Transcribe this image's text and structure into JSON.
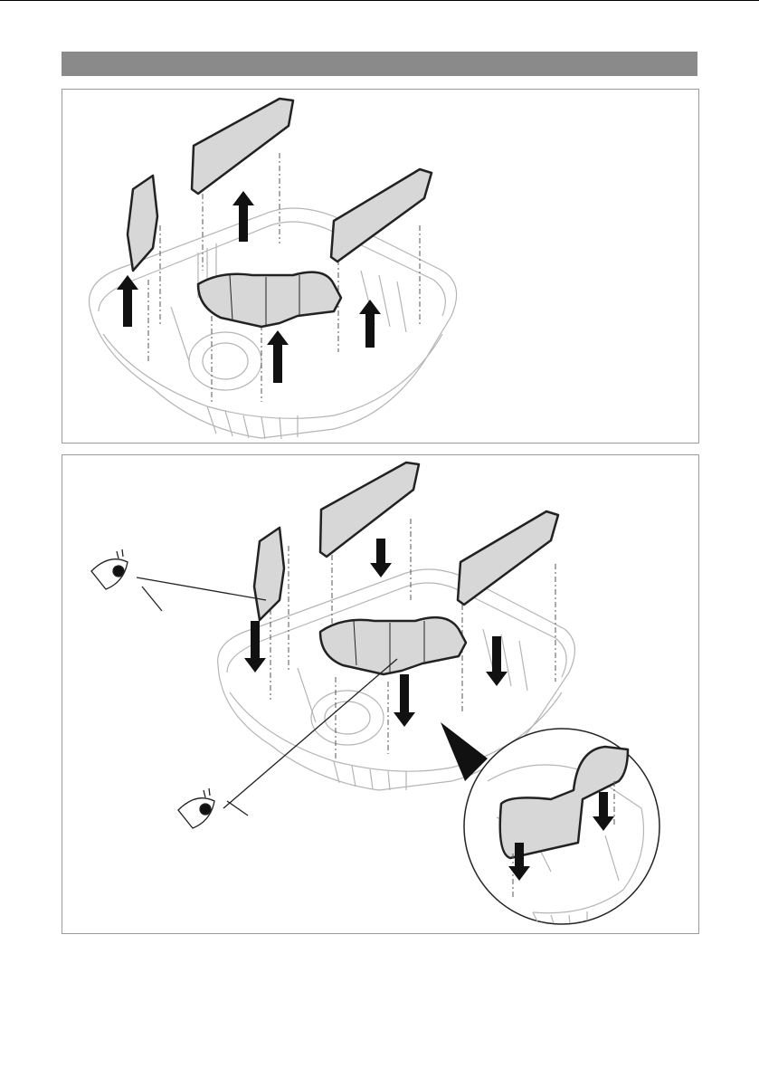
{
  "page": {
    "header_bar_color": "#8a8a8a",
    "panel_border_color": "#9a9a9a",
    "filter_fill_color": "#d7d7d7"
  },
  "illustrations": [
    {
      "step": "remove-filters",
      "arrows": "up",
      "icons": [
        "up-arrow-icon"
      ]
    },
    {
      "step": "insert-filters",
      "arrows": "down",
      "icons": [
        "down-arrow-icon",
        "eye-icon",
        "magnifier-detail"
      ]
    }
  ]
}
